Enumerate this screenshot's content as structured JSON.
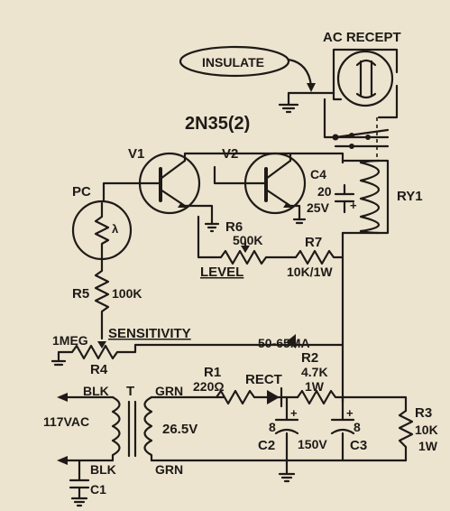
{
  "labels": {
    "ac_recept": "AC RECEPT",
    "insulate": "INSULATE",
    "transistor_type": "2N35(2)",
    "v1": "V1",
    "v2": "V2",
    "pc": "PC",
    "lambda": "λ",
    "c4": "C4",
    "c4_value": "20",
    "c4_voltage": "25V",
    "c4_plus": "+",
    "ry1": "RY1",
    "r6": "R6",
    "r6_value": "500K",
    "r7": "R7",
    "r7_value": "10K/1W",
    "level": "LEVEL",
    "r5": "R5",
    "r5_value": "100K",
    "imeg": "1MEG",
    "sensitivity": "SENSITIVITY",
    "r4": "R4",
    "current": "50-65MA",
    "r1": "R1",
    "r1_value": "220Ω",
    "rect": "RECT",
    "r2": "R2",
    "r2_value": "4.7K",
    "r2_watt": "1W",
    "blk_top": "BLK",
    "t": "T",
    "grn_top": "GRN",
    "ac_117": "117VAC",
    "v265": "26.5V",
    "c2_cap": "8",
    "c2": "C2",
    "c3_cap": "8",
    "c3": "C3",
    "v150": "150V",
    "plus_a": "+",
    "plus_b": "+",
    "r3": "R3",
    "r3_value": "10K",
    "r3_watt": "1W",
    "blk_bot": "BLK",
    "grn_bot": "GRN",
    "c1": "C1"
  }
}
